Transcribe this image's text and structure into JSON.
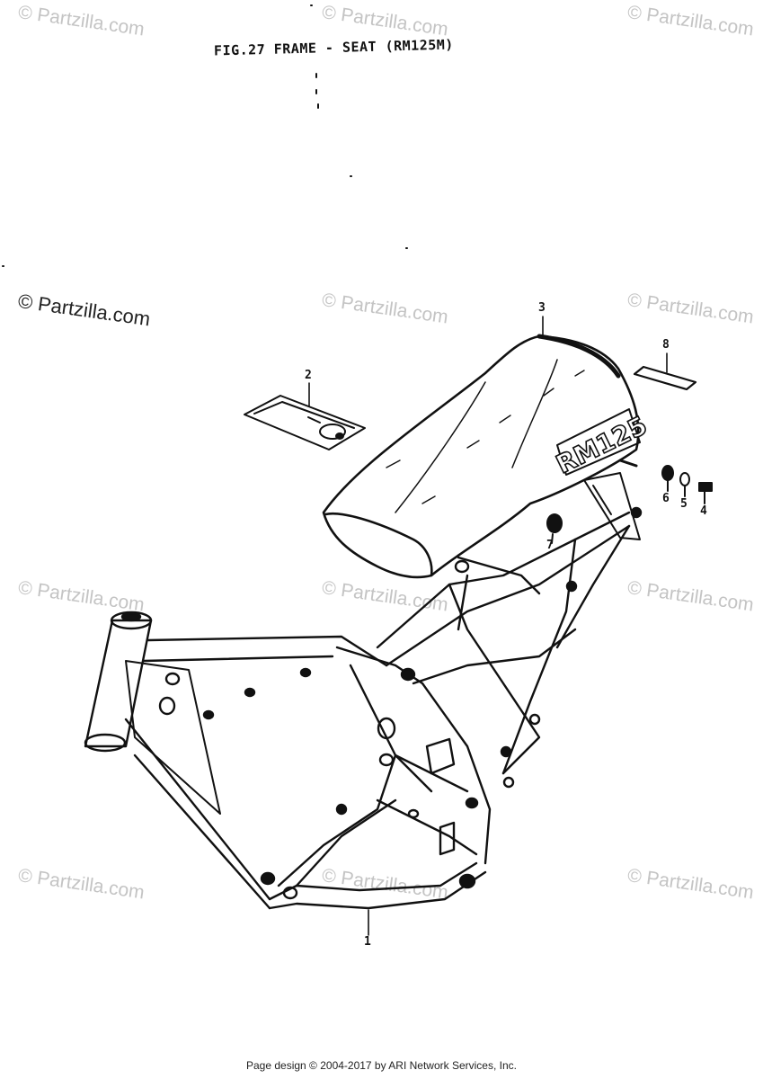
{
  "figure": {
    "title": "FIG.27 FRAME - SEAT (RM125M)",
    "seat_badge": "RM125"
  },
  "callouts": [
    {
      "id": "1",
      "label": "1"
    },
    {
      "id": "2",
      "label": "2"
    },
    {
      "id": "3",
      "label": "3"
    },
    {
      "id": "4",
      "label": "4"
    },
    {
      "id": "5",
      "label": "5"
    },
    {
      "id": "6",
      "label": "6"
    },
    {
      "id": "7",
      "label": "7"
    },
    {
      "id": "8",
      "label": "8"
    }
  ],
  "watermark": {
    "text": "© Partzilla.com",
    "color": "#c4c4c4",
    "primary_color": "#222222"
  },
  "footer": {
    "text": "Page design © 2004-2017 by ARI Network Services, Inc."
  }
}
